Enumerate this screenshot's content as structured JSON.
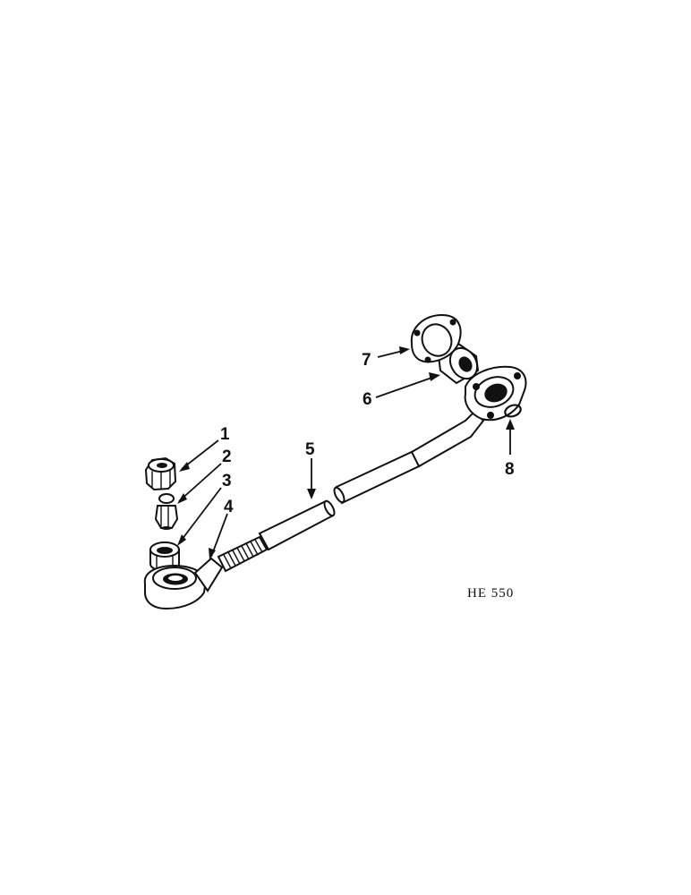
{
  "callouts": [
    {
      "num": "1",
      "part": "nut"
    },
    {
      "num": "2",
      "part": "lubrication fitting"
    },
    {
      "num": "3",
      "part": "bushing"
    },
    {
      "num": "4",
      "part": "rod end"
    },
    {
      "num": "5",
      "part": "tube"
    },
    {
      "num": "6",
      "part": "bearing"
    },
    {
      "num": "7",
      "part": "retainer plate"
    },
    {
      "num": "8",
      "part": "snap ring"
    }
  ],
  "figure_code": "HE 550"
}
